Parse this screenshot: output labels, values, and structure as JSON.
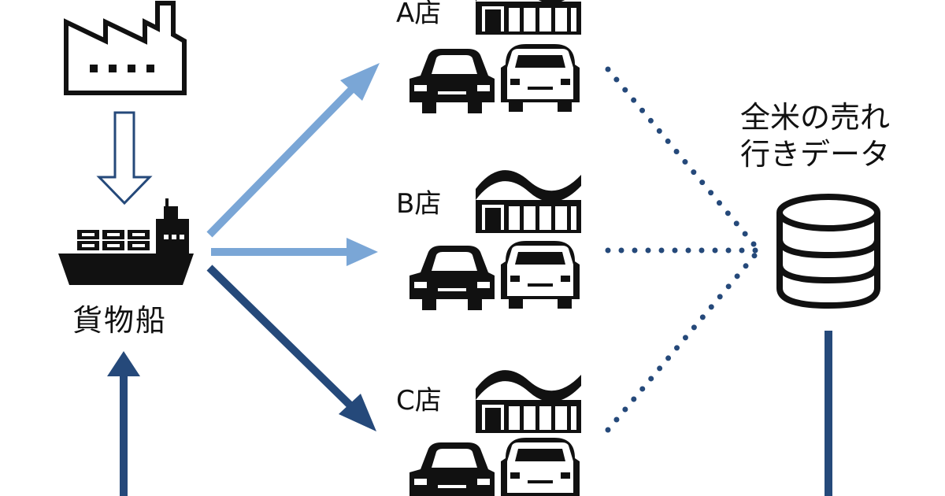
{
  "labels": {
    "ship": "貨物船",
    "store_a": "A店",
    "store_b": "B店",
    "store_c": "C店",
    "db_line1": "全米の売れ",
    "db_line2": "行きデータ"
  },
  "icons": {
    "factory": "factory-icon",
    "ship": "cargo-ship-icon",
    "store": "store-building-icon",
    "car_sedan": "sedan-car-icon",
    "car_compact": "compact-car-icon",
    "database": "database-icon"
  },
  "colors": {
    "light_arrow": "#7aa6d6",
    "dark_arrow": "#25497a",
    "dotted_line": "#25497a",
    "outline_arrow": "#25497a",
    "icon": "#111111",
    "background": "#ffffff"
  }
}
